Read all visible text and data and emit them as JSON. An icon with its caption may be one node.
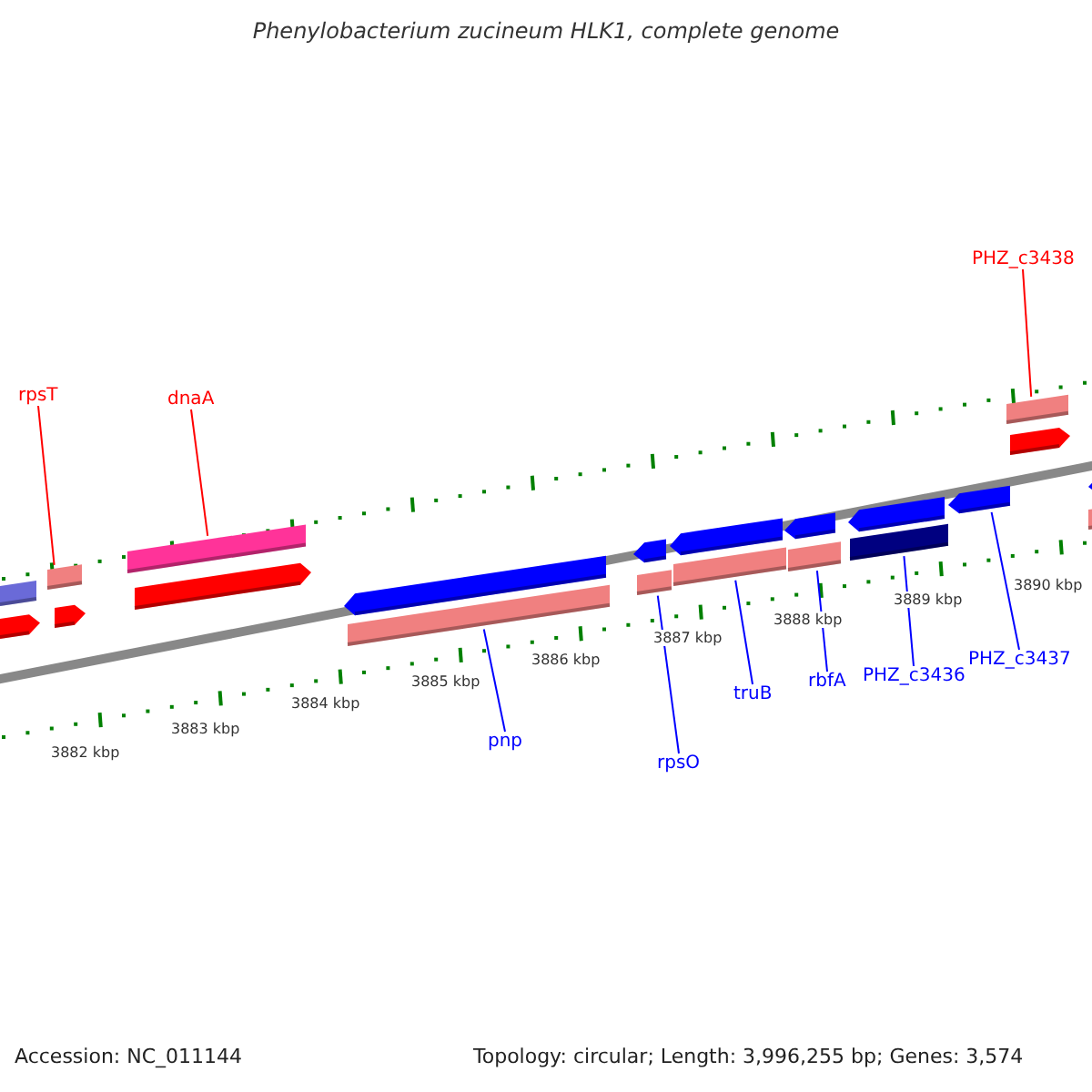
{
  "diagram": {
    "title": "Phenylobacterium zucineum HLK1, complete genome",
    "nodes": [
      {
        "text": [
          "rpsT"
        ]
      },
      {
        "text": [
          "dnaA"
        ]
      },
      {
        "text": [
          "PHZ_c3438"
        ]
      },
      {
        "text": [
          "pnp"
        ]
      },
      {
        "text": [
          "rpsO"
        ]
      },
      {
        "text": [
          "truB"
        ]
      },
      {
        "text": [
          "rbfA"
        ]
      },
      {
        "text": [
          "PHZ_c3436"
        ]
      },
      {
        "text": [
          "PHZ_c3437"
        ]
      },
      {
        "text": [],
        "shape": "bar"
      },
      {
        "text": [],
        "shape": "bar"
      },
      {
        "text": [],
        "shape": "bar"
      },
      {
        "text": [],
        "shape": "bar"
      },
      {
        "text": [],
        "shape": "bar"
      },
      {
        "text": [],
        "shape": "bar"
      },
      {
        "text": [],
        "shape": "bar"
      },
      {
        "text": [],
        "shape": "bar"
      },
      {
        "text": [],
        "shape": "bar"
      }
    ],
    "edges": [
      {
        "from": 0,
        "to": 9,
        "arrow": "none",
        "color": "#ff0000"
      },
      {
        "from": 1,
        "to": 10,
        "arrow": "none",
        "color": "#ff0000"
      },
      {
        "from": 2,
        "to": 11,
        "arrow": "none",
        "color": "#ff0000"
      },
      {
        "from": 3,
        "to": 12,
        "arrow": "none"
      },
      {
        "from": 4,
        "to": 13,
        "arrow": "none"
      },
      {
        "from": 5,
        "to": 14,
        "arrow": "none"
      },
      {
        "from": 6,
        "to": 15,
        "arrow": "none"
      },
      {
        "from": 7,
        "to": 16,
        "arrow": "none"
      },
      {
        "from": 8,
        "to": 17,
        "arrow": "none"
      }
    ],
    "labels": [
      "3882 kbp",
      "3883 kbp",
      "3884 kbp",
      "3885 kbp",
      "3886 kbp",
      "3887 kbp",
      "3888 kbp",
      "3889 kbp",
      "3890 kbp",
      "Accession: NC_011144",
      "Topology: circular; Length: 3,996,255 bp; Genes: 3,574"
    ]
  }
}
